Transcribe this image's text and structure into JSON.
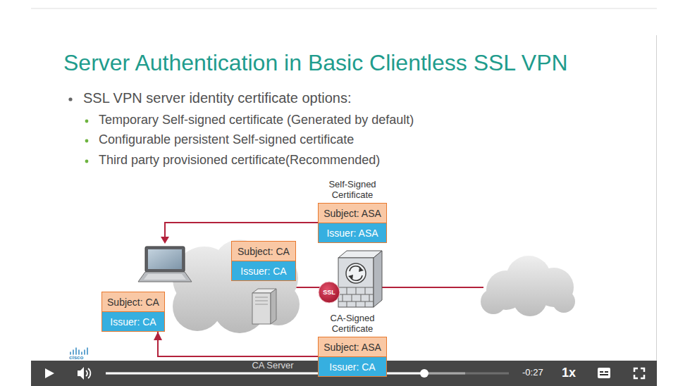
{
  "diagram": {
    "title": "Server Authentication in Basic Clientless SSL VPN",
    "nodes": [
      {
        "text": [
          "Self-Signed Certificate",
          "Subject: ASA",
          "Issuer: ASA"
        ]
      },
      {
        "text": [
          "Subject: CA",
          "Issuer: CA"
        ]
      },
      {
        "text": [
          "Subject: CA",
          "Issuer: CA"
        ]
      },
      {
        "text": [
          "SSL"
        ]
      },
      {
        "text": [
          "CA-Signed Certificate",
          "Subject: ASA",
          "Issuer: CA"
        ]
      }
    ],
    "edges": [
      {
        "from": 4,
        "to": 2,
        "arrow": "to"
      }
    ],
    "labels": [
      "SSL VPN server identity certificate options:",
      "Temporary Self-signed certificate (Generated by default)",
      "Configurable persistent Self-signed certificate",
      "Third party provisioned certificate(Recommended)",
      "CA Server",
      "cisco",
      "-0:27",
      "1x"
    ]
  }
}
